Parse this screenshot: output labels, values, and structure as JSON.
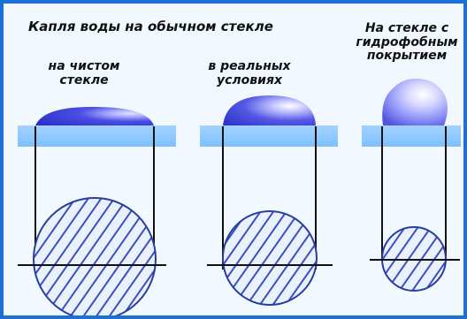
{
  "diagram": {
    "title": "Капля воды на обычном стекле",
    "captions": {
      "clean_glass": [
        "на чистом",
        "стекле"
      ],
      "real_conditions": [
        "в реальных",
        "условиях"
      ],
      "hydrophobic_glass": [
        "На стекле с",
        "гидрофобным",
        "покрытием"
      ]
    },
    "colors": {
      "frame": "#1d6fd8",
      "background": "#f2f8ff",
      "glass": "#8ec8ff",
      "drop": "#3f43d8",
      "drop_highlight": "#c9c8ff",
      "hatch": "#3c4fbe"
    }
  }
}
